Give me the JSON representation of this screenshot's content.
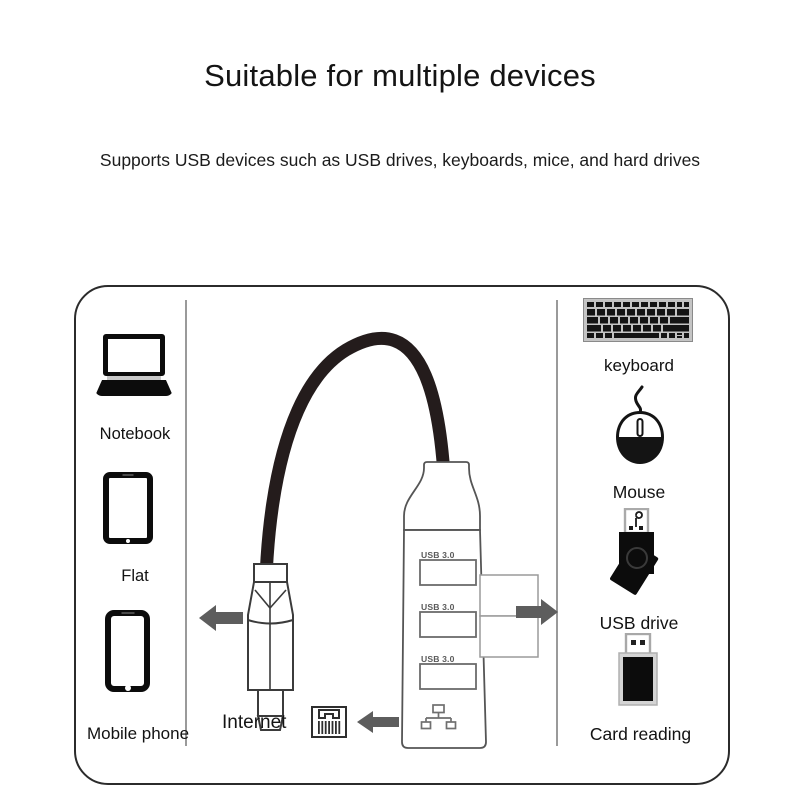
{
  "header": {
    "title": "Suitable for multiple devices",
    "subtitle": "Supports USB devices such as USB drives, keyboards, mice, and hard drives"
  },
  "left_column": {
    "items": [
      {
        "label": "Notebook",
        "icon": "laptop-icon"
      },
      {
        "label": "Flat",
        "icon": "tablet-icon"
      },
      {
        "label": "Mobile phone",
        "icon": "smartphone-icon"
      }
    ]
  },
  "right_column": {
    "items": [
      {
        "label": "keyboard",
        "icon": "keyboard-icon"
      },
      {
        "label": "Mouse",
        "icon": "mouse-icon"
      },
      {
        "label": "USB drive",
        "icon": "usb-flash-drive-icon"
      },
      {
        "label": "Card reading",
        "icon": "card-reader-icon"
      }
    ]
  },
  "hub": {
    "connector": "usb-c-connector",
    "cable": "usb-c-cable",
    "ports": [
      {
        "label": "USB 3.0"
      },
      {
        "label": "USB 3.0"
      },
      {
        "label": "USB 3.0"
      }
    ],
    "network_icon": "ethernet-network-icon",
    "side_ports": "sd-tf-card-slots"
  },
  "internet": {
    "label": "Internet",
    "icon": "rj45-ethernet-port-icon",
    "arrow": "arrow-left-icon"
  },
  "arrows": {
    "left": "arrow-left-icon",
    "right": "arrow-right-icon"
  },
  "colors": {
    "text": "#141414",
    "panel_border": "#2b2b2b",
    "divider": "#9a9a9a",
    "arrow_gray": "#5a5a5a",
    "icon_black": "#0c0c0c",
    "port_label": "#5a5a5a",
    "background": "#ffffff"
  }
}
